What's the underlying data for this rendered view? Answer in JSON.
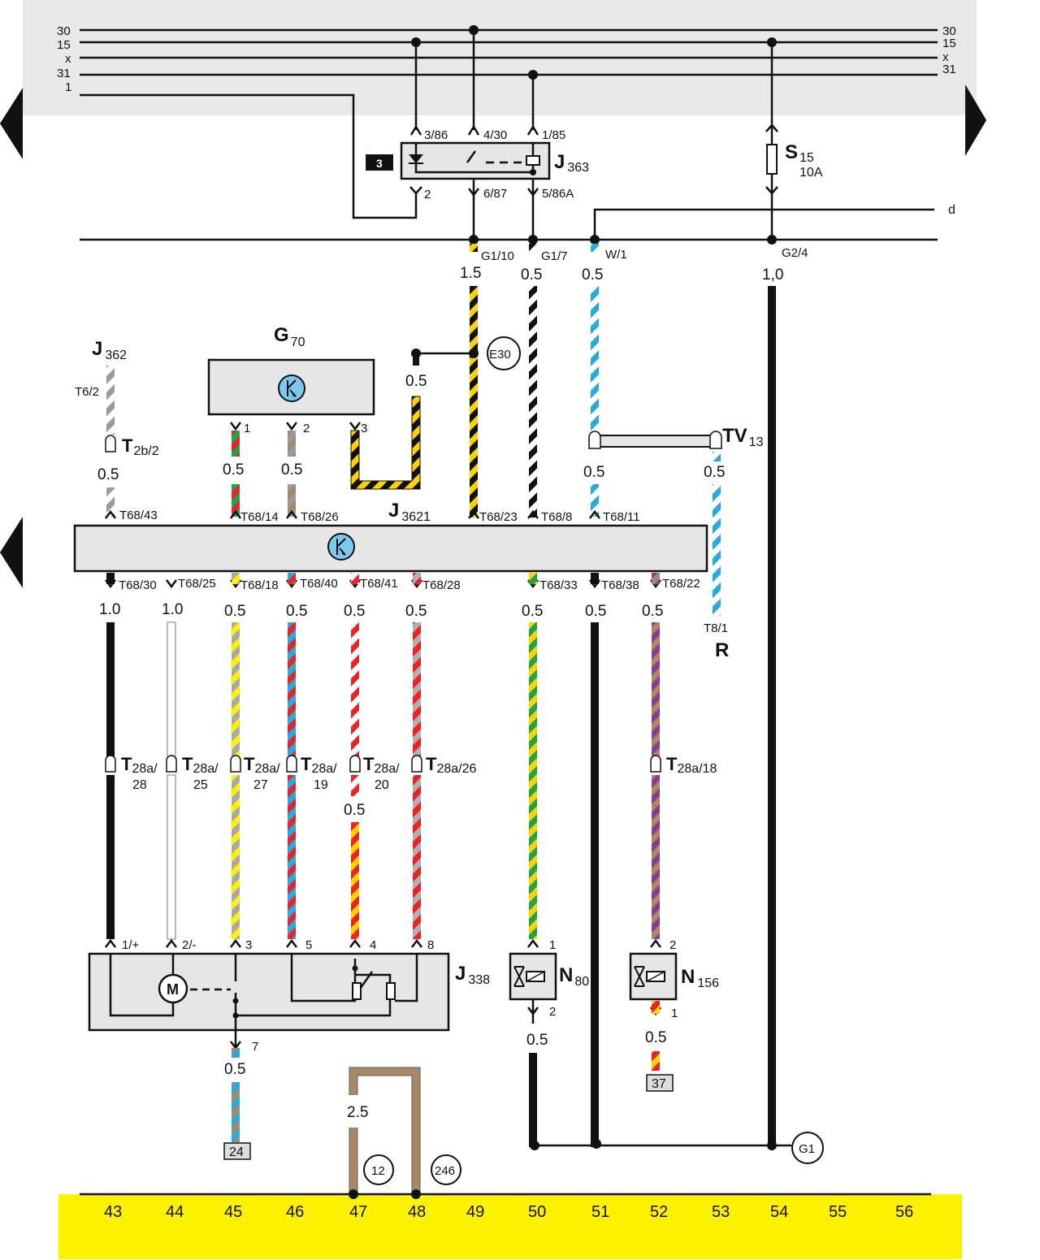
{
  "rails_left": [
    "30",
    "15",
    "x",
    "31",
    "1"
  ],
  "rails_right": [
    "30",
    "15",
    "x",
    "31"
  ],
  "relay": {
    "name": "J",
    "sub": "363",
    "marker": "3",
    "pins": [
      "3/86",
      "4/30",
      "1/85",
      "2",
      "6/87",
      "5/86A"
    ]
  },
  "fuse": {
    "name": "S",
    "sub": "15",
    "rating": "10A"
  },
  "connections": {
    "G1_10": "G1/10",
    "G1_7": "G1/7",
    "W_1": "W/1",
    "G2_4": "G2/4",
    "d": "d"
  },
  "gauges_top": [
    "1.5",
    "0.5",
    "0.5",
    "1,0"
  ],
  "sensor": {
    "name": "G",
    "sub": "70",
    "pins": [
      "1",
      "2",
      "3"
    ],
    "out_gauges": [
      "0.5",
      "0.5"
    ]
  },
  "e30": {
    "label": "E30",
    "gauge": "0.5"
  },
  "j362": {
    "name": "J",
    "sub": "362",
    "pin": "T6/2",
    "conn": "T",
    "conn_sub": "2b/2",
    "gauge": "0.5"
  },
  "tv13": {
    "name": "TV",
    "sub": "13",
    "gauges": [
      "0.5",
      "0.5"
    ]
  },
  "ecu": {
    "name": "J",
    "sub": "3621",
    "top_pins": [
      "T68/43",
      "T68/14",
      "T68/26",
      "T68/23",
      "T68/8",
      "T68/11"
    ],
    "bottom_pins": [
      "T68/30",
      "T68/25",
      "T68/18",
      "T68/40",
      "T68/41",
      "T68/28",
      "T68/33",
      "T68/38",
      "T68/22"
    ]
  },
  "bottom_gauges": [
    "1.0",
    "1.0",
    "0.5",
    "0.5",
    "0.5",
    "0.5",
    "0.5",
    "0.5",
    "0.5"
  ],
  "r": {
    "pin": "T8/1",
    "name": "R"
  },
  "connectors_mid": [
    {
      "t": "T",
      "sub": "28a/",
      "line2": "28"
    },
    {
      "t": "T",
      "sub": "28a/",
      "line2": "25"
    },
    {
      "t": "T",
      "sub": "28a/",
      "line2": "27"
    },
    {
      "t": "T",
      "sub": "28a/",
      "line2": "19"
    },
    {
      "t": "T",
      "sub": "28a/",
      "line2": "20"
    },
    {
      "t": "T",
      "sub": "28a/26",
      "line2": ""
    },
    {
      "t": "T",
      "sub": "28a/18",
      "line2": ""
    }
  ],
  "mid_gauge": "0.5",
  "j338": {
    "name": "J",
    "sub": "338",
    "pins": [
      "1/+",
      "2/-",
      "3",
      "5",
      "4",
      "8",
      "7"
    ],
    "motor": "M",
    "out_gauge": "0.5",
    "ref": "24"
  },
  "n80": {
    "name": "N",
    "sub": "80",
    "pins": [
      "1",
      "2"
    ],
    "gauge": "0.5"
  },
  "n156": {
    "name": "N",
    "sub": "156",
    "pins": [
      "2",
      "1"
    ],
    "gauge": "0.5",
    "ref": "37"
  },
  "ground": {
    "label": "G1"
  },
  "loop": {
    "gauge": "2.5",
    "refs": [
      "12",
      "246"
    ]
  },
  "tracks": [
    "43",
    "44",
    "45",
    "46",
    "47",
    "48",
    "49",
    "50",
    "51",
    "52",
    "53",
    "54",
    "55",
    "56"
  ],
  "colors": {
    "rail_bg": "#e8e8e9",
    "track_bg": "#fff200",
    "box_fill": "#e6e6e6",
    "blue": "#27a9e1",
    "yellow": "#ffe600",
    "brown": "#a08060"
  }
}
